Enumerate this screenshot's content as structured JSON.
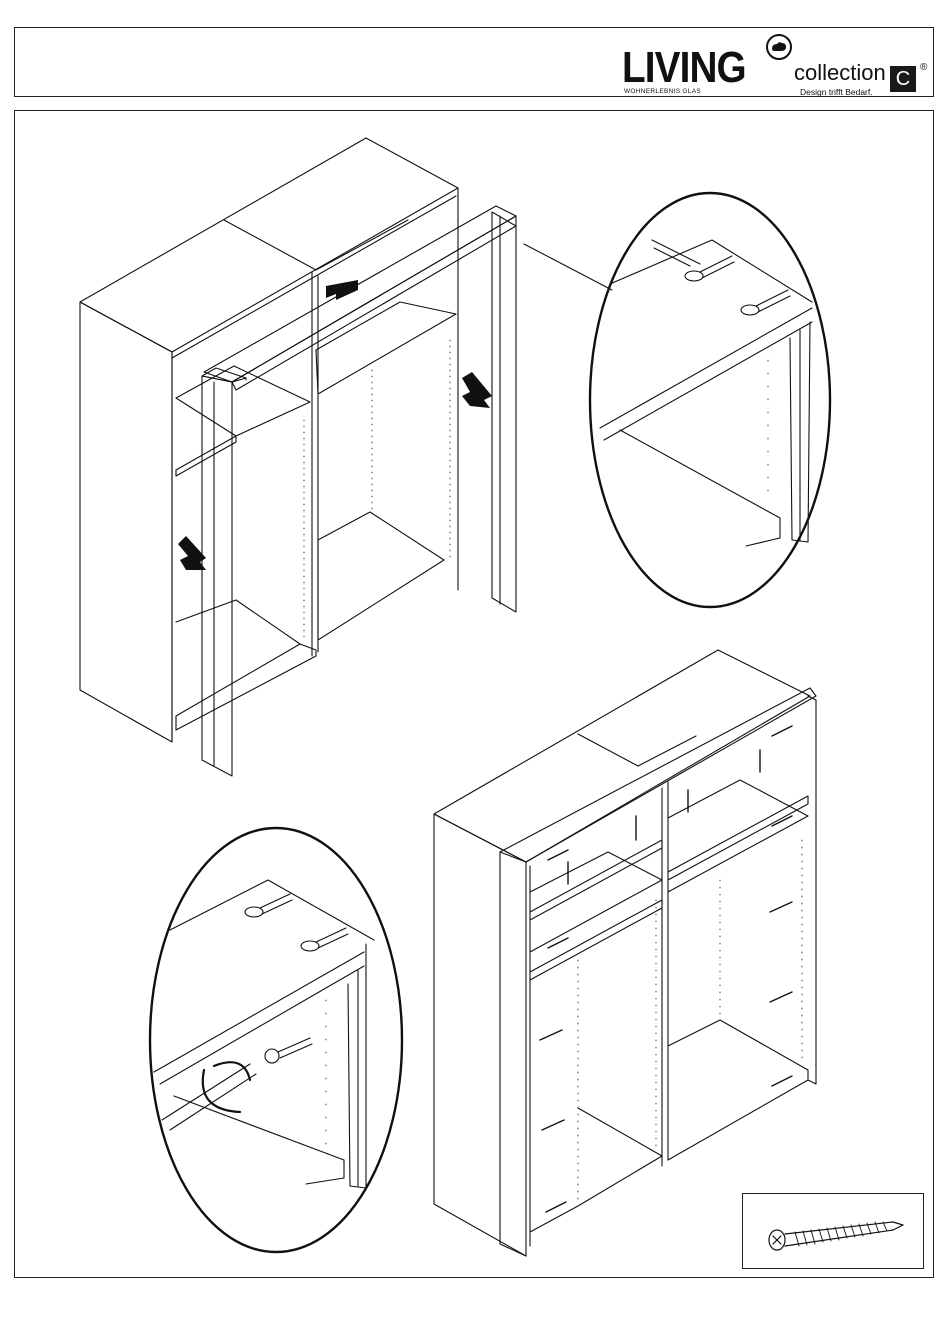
{
  "header": {
    "brand": "LIVING",
    "brand_sub": "WOHNERLEBNIS GLAS",
    "collection": "collection",
    "collection_letter": "C",
    "registered": "®",
    "tagline": "Design trifft Bedarf."
  },
  "icons": {
    "brand_mark": "hand-cloud-icon",
    "screw": "screw-icon",
    "screwdriver": "screwdriver-icon",
    "arrow": "arrow-icon"
  },
  "colors": {
    "line": "#111111",
    "logo_box": "#1a1a1a",
    "background": "#ffffff"
  }
}
